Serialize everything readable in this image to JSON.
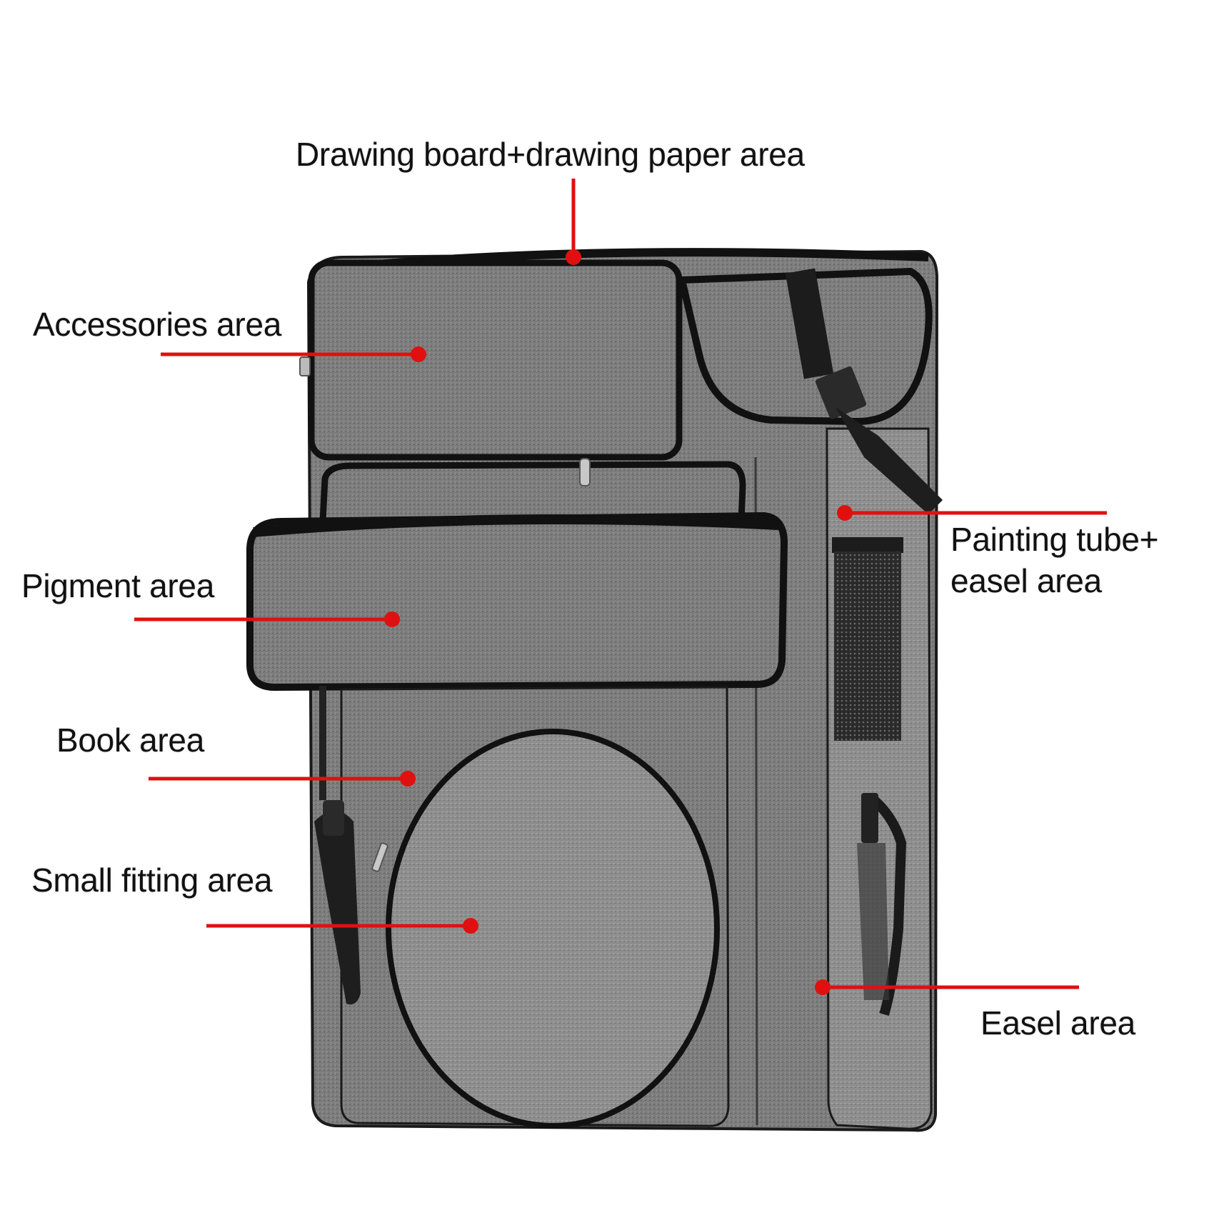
{
  "diagram": {
    "subject": "Art backpack compartments",
    "accent_color": "#e01010",
    "bag_color": "#7a7a7a",
    "trim_color": "#1a1a1a",
    "callouts": [
      {
        "id": "drawing-board",
        "label": "Drawing board+drawing paper area"
      },
      {
        "id": "accessories",
        "label": "Accessories area"
      },
      {
        "id": "pigment",
        "label": "Pigment area"
      },
      {
        "id": "book",
        "label": "Book area"
      },
      {
        "id": "small-fitting",
        "label": "Small fitting area"
      },
      {
        "id": "painting-tube",
        "label_lines": [
          "Painting tube+",
          "easel area"
        ]
      },
      {
        "id": "easel",
        "label": "Easel area"
      }
    ]
  }
}
